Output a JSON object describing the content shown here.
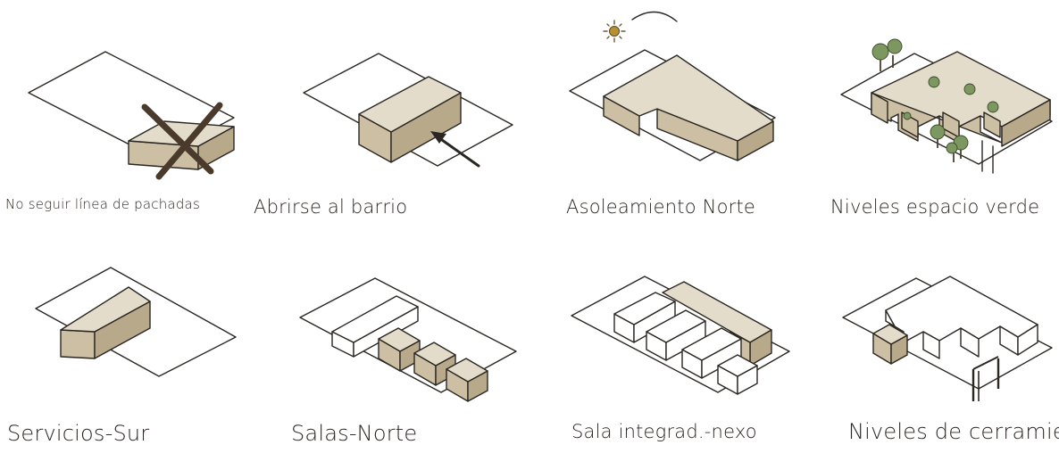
{
  "diagrams": [
    {
      "caption": "No seguir línea de pachadas"
    },
    {
      "caption": "Abrirse al barrio"
    },
    {
      "caption": "Asoleamiento Norte"
    },
    {
      "caption": "Niveles espacio verde"
    },
    {
      "caption": "Servicios-Sur"
    },
    {
      "caption": "Salas-Norte"
    },
    {
      "caption": "Sala integrad.-nexo"
    },
    {
      "caption": "Niveles de cerramiento"
    }
  ],
  "colors": {
    "ink": "#2a2622",
    "volume_tan": "#d8cdb7",
    "cross_brown": "#4a3a2c",
    "tree_green": "#7c9860",
    "sun_ochre": "#b8902f"
  },
  "icons": [
    "sun-icon",
    "arrow-icon",
    "tree-icon",
    "cross-icon"
  ]
}
